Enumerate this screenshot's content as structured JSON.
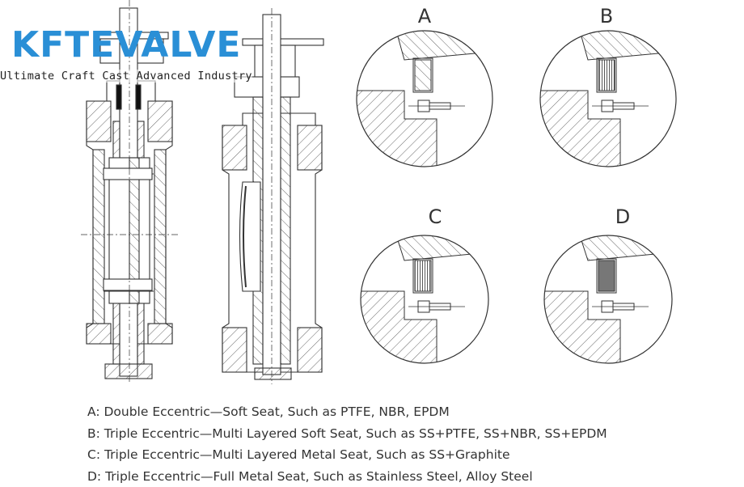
{
  "brand": {
    "name": "KFTEVALVE",
    "tagline": "Ultimate Craft Cast Advanced Industry"
  },
  "details": [
    {
      "id": "A",
      "seat": "soft"
    },
    {
      "id": "B",
      "seat": "multi-layered-soft"
    },
    {
      "id": "C",
      "seat": "multi-layered-metal"
    },
    {
      "id": "D",
      "seat": "full-metal"
    }
  ],
  "legend": [
    "A: Double Eccentric—Soft Seat, Such as PTFE, NBR, EPDM",
    "B: Triple Eccentric—Multi Layered Soft Seat, Such as SS+PTFE, SS+NBR, SS+EPDM",
    "C: Triple Eccentric—Multi Layered Metal Seat, Such as SS+Graphite",
    "D: Triple Eccentric—Full Metal Seat, Such as Stainless Steel, Alloy Steel"
  ],
  "colors": {
    "brand": "#2a8fd6",
    "line": "#333333",
    "ink": "#333333"
  }
}
